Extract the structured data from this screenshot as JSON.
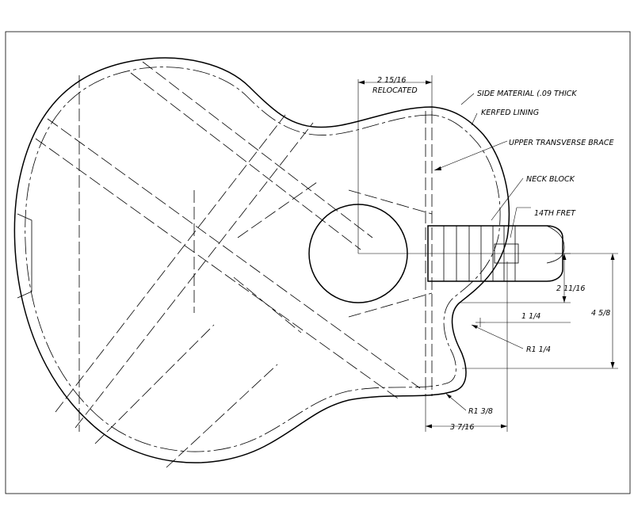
{
  "drawing": {
    "labels": {
      "side_material": "SIDE MATERIAL (.09 THICK",
      "kerfed_lining": "KERFED LINING",
      "upper_transverse_brace": "UPPER TRANSVERSE BRACE",
      "neck_block": "NECK BLOCK",
      "fret_14th": "14TH FRET"
    },
    "dimensions": {
      "soundhole_offset": "2 15/16",
      "soundhole_note": "RELOCATED",
      "neck_to_center": "2 11/16",
      "cutaway_center_offset": "1 1/4",
      "overall_height": "4 5/8",
      "cutaway_radius": "R1 1/4",
      "lower_radius": "R1 3/8",
      "cutaway_width": "3 7/16"
    }
  }
}
